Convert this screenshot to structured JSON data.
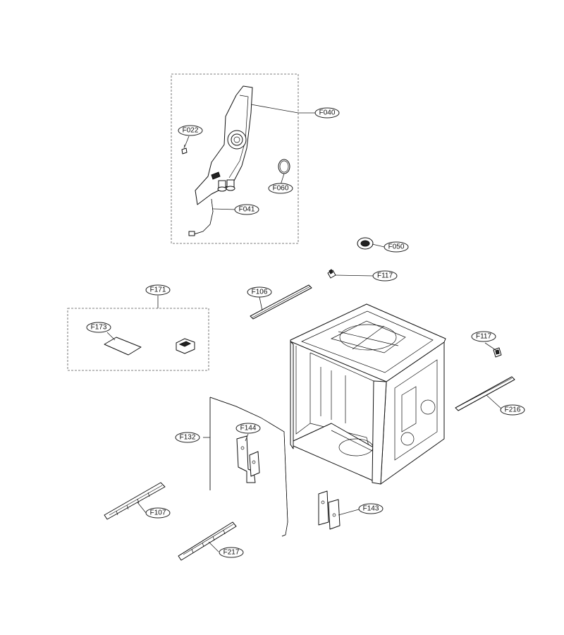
{
  "labels": {
    "F040": "F040",
    "F022": "F022",
    "F060": "F060",
    "F041": "F041",
    "F050": "F050",
    "F117a": "F117",
    "F106": "F106",
    "F171": "F171",
    "F173": "F173",
    "F117b": "F117",
    "F216": "F216",
    "F132": "F132",
    "F144": "F144",
    "F107": "F107",
    "F143": "F143",
    "F217": "F217"
  },
  "colors": {
    "line": "#111111",
    "background": "#ffffff"
  }
}
